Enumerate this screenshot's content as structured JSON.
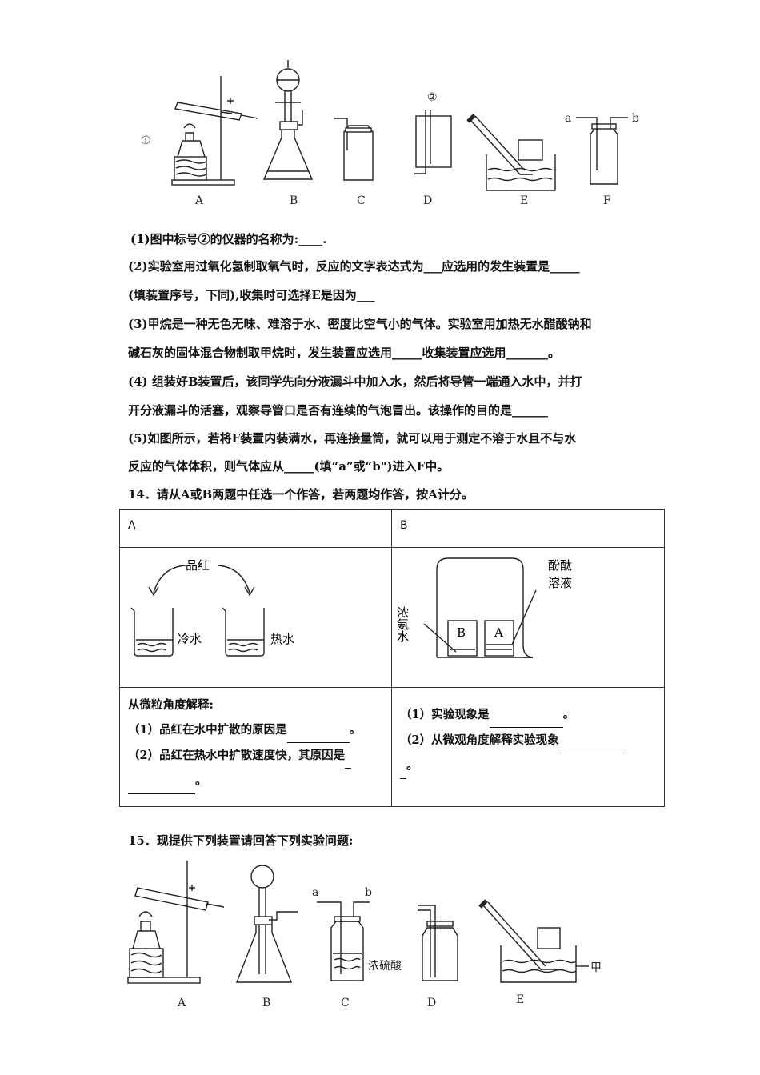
{
  "fig1": {
    "labels": [
      "A",
      "B",
      "C",
      "D",
      "E",
      "F"
    ],
    "mark1": "①",
    "mark2": "②",
    "port_a": "a",
    "port_b": "b"
  },
  "q13": {
    "lines": [
      "(1)图中标号②的仪器的名称为:____.",
      "(2)实验室用过氧化氢制取氧气时，反应的文字表达式为___应选用的发生装置是_____",
      "(填装置序号，下同),收集时可选择E是因为___",
      "(3)甲烷是一种无色无味、难溶于水、密度比空气小的气体。实验室用加热无水醋酸钠和",
      "碱石灰的固体混合物制取甲烷时，发生装置应选用_____收集装置应选用_______。",
      "(4) 组装好B装置后，该同学先向分液漏斗中加入水，然后将导管一端通入水中，并打",
      "开分液漏斗的活塞，观察导管口是否有连续的气泡冒出。该操作的目的是______",
      "(5)如图所示，若将F装置内装满水，再连接量筒，就可以用于测定不溶于水且不与水",
      "反应的气体体积，则气体应从_____(填“a”或“b\")进入F中。"
    ]
  },
  "q14": {
    "title": "14．请从A或B两题中任选一个作答，若两题均作答，按A计分。",
    "headA": "A",
    "headB": "B",
    "figA": {
      "pinhong": "品红",
      "cold": "冷水",
      "hot": "热水"
    },
    "figB": {
      "phenol": "酚酞",
      "solution": "溶液",
      "ammonia": "浓氨水",
      "beakerB": "B",
      "beakerA": "A"
    },
    "textA": {
      "intro": "从微粒角度解释:",
      "q1": "（1）品红在水中扩散的原因是",
      "q1_end": "。",
      "q2": "（2）品红在热水中扩散速度快，其原因是",
      "q2_end": "。"
    },
    "textB": {
      "q1": "（1）实验现象是",
      "q1_end": "。",
      "q2": "（2）从微观角度解释实验现象",
      "q2_end": "。"
    }
  },
  "q15": {
    "title": "15．现提供下列装置请回答下列实验问题:",
    "labels": [
      "A",
      "B",
      "C",
      "D",
      "E"
    ],
    "port_a": "a",
    "port_b": "b",
    "acid": "浓硫酸",
    "jia": "甲"
  }
}
